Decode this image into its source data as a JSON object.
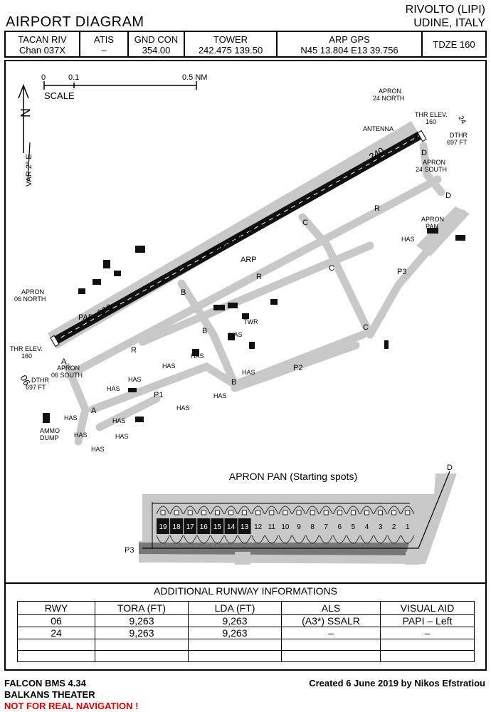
{
  "header": {
    "title": "AIRPORT DIAGRAM",
    "airport": "RIVOLTO (LIPI)",
    "location": "UDINE, ITALY"
  },
  "info": {
    "tacan_label": "TACAN RIV",
    "tacan_value": "Chan 037X",
    "atis_label": "ATIS",
    "atis_value": "–",
    "gnd_label": "GND CON",
    "gnd_value": "354.00",
    "tower_label": "TOWER",
    "tower_value": "242.475 139.50",
    "arp_label": "ARP GPS",
    "arp_value": "N45 13.804 E13 39.756",
    "tdze": "TDZE 160"
  },
  "map": {
    "scale": {
      "t0": "0",
      "t1": "0.1",
      "t2": "0.5 NM",
      "label": "SCALE"
    },
    "north": "N",
    "var": "VAR 2° E",
    "runway_dims": "9,960 x 180 FT",
    "heading_240": "240",
    "heading_060": "060",
    "papi": "PAPI",
    "arp": "ARP",
    "antenna": "ANTENNA",
    "twr": "TWR",
    "apron_24_north": [
      "APRON",
      "24 NORTH"
    ],
    "apron_24_south": [
      "APRON",
      "24 SOUTH"
    ],
    "apron_06_north": [
      "APRON",
      "06 NORTH"
    ],
    "apron_06_south": [
      "APRON",
      "06 SOUTH"
    ],
    "apron_pan": [
      "APRON",
      "PAN"
    ],
    "thr_elev_24": [
      "THR ELEV.",
      "160"
    ],
    "dthr_24": [
      "DTHR",
      "697 FT"
    ],
    "thr_elev_06": [
      "THR ELEV.",
      "160"
    ],
    "dthr_06": [
      "DTHR",
      "697 FT"
    ],
    "rwy_06": "06",
    "rwy_24": "24",
    "ammo": [
      "AMMO",
      "DUMP"
    ],
    "has": "HAS",
    "taxiways": {
      "A": "A",
      "B": "B",
      "C": "C",
      "D": "D",
      "R": "R",
      "P1": "P1",
      "P2": "P2",
      "P3": "P3"
    },
    "apron_pan_title": "APRON PAN (Starting spots)",
    "spots_dark": [
      "19",
      "18",
      "17",
      "16",
      "15",
      "14",
      "13"
    ],
    "spots_light": [
      "12",
      "11",
      "10",
      "9",
      "8",
      "7",
      "6",
      "5",
      "4",
      "3",
      "2",
      "1"
    ],
    "pan_D": "D",
    "pan_P3": "P3"
  },
  "runway_table": {
    "title": "ADDITIONAL RUNWAY INFORMATIONS",
    "headers": [
      "RWY",
      "TORA (FT)",
      "LDA (FT)",
      "ALS",
      "VISUAL AID"
    ],
    "rows": [
      [
        "06",
        "9,263",
        "9,263",
        "(A3*) SSALR",
        "PAPI – Left"
      ],
      [
        "24",
        "9,263",
        "9,263",
        "–",
        "–"
      ],
      [
        "",
        "",
        "",
        "",
        ""
      ],
      [
        "",
        "",
        "",
        "",
        ""
      ]
    ]
  },
  "footer": {
    "line1": "FALCON BMS 4.34",
    "line2": "BALKANS THEATER",
    "warning": "NOT FOR REAL NAVIGATION !",
    "credit": "Created 6 June 2019 by Nikos Efstratiou"
  },
  "colors": {
    "taxiway": "#c8c8c8",
    "runway": "#111111",
    "apron_dark": "#888888",
    "warning": "#e00000"
  }
}
